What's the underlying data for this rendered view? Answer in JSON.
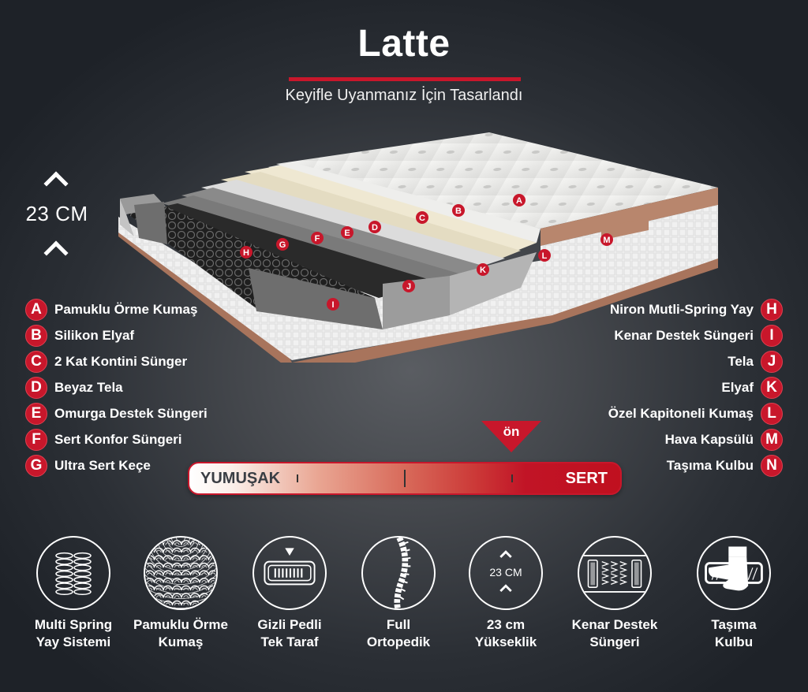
{
  "header": {
    "title": "Latte",
    "subtitle": "Keyifle Uyanmanız İçin Tasarlandı"
  },
  "height_indicator": {
    "value": "23 CM",
    "icons": [
      "chevron-up-icon",
      "chevron-up-icon"
    ]
  },
  "colors": {
    "accent": "#c8172b",
    "background_dark": "#1e2228",
    "background_light": "#5a5d62",
    "text": "#ffffff"
  },
  "mattress_markers": [
    "A",
    "B",
    "C",
    "D",
    "E",
    "F",
    "G",
    "H",
    "I",
    "J",
    "K",
    "L",
    "M"
  ],
  "legend_left": [
    {
      "letter": "A",
      "label": "Pamuklu Örme Kumaş"
    },
    {
      "letter": "B",
      "label": "Silikon Elyaf"
    },
    {
      "letter": "C",
      "label": "2 Kat Kontini Sünger"
    },
    {
      "letter": "D",
      "label": "Beyaz Tela"
    },
    {
      "letter": "E",
      "label": "Omurga Destek Süngeri"
    },
    {
      "letter": "F",
      "label": "Sert Konfor Süngeri"
    },
    {
      "letter": "G",
      "label": "Ultra Sert Keçe"
    }
  ],
  "legend_right": [
    {
      "letter": "H",
      "label": "Niron Mutli-Spring Yay"
    },
    {
      "letter": "I",
      "label": "Kenar Destek Süngeri"
    },
    {
      "letter": "J",
      "label": "Tela"
    },
    {
      "letter": "K",
      "label": "Elyaf"
    },
    {
      "letter": "L",
      "label": "Özel Kapitoneli Kumaş"
    },
    {
      "letter": "M",
      "label": "Hava Kapsülü"
    },
    {
      "letter": "N",
      "label": "Taşıma Kulbu"
    }
  ],
  "firmness": {
    "marker_label": "ön",
    "soft_label": "YUMUŞAK",
    "hard_label": "SERT",
    "position_percent": 75
  },
  "features": [
    {
      "icon": "spring-icon",
      "line1": "Multi Spring",
      "line2": "Yay Sistemi"
    },
    {
      "icon": "knit-fabric-icon",
      "line1": "Pamuklu Örme",
      "line2": "Kumaş"
    },
    {
      "icon": "hidden-pad-icon",
      "line1": "Gizli Pedli",
      "line2": "Tek Taraf"
    },
    {
      "icon": "spine-icon",
      "line1": "Full",
      "line2": "Ortopedik"
    },
    {
      "icon": "height-icon",
      "line1": "23 cm",
      "line2": "Yükseklik",
      "icon_text": "23 CM"
    },
    {
      "icon": "edge-support-icon",
      "line1": "Kenar Destek",
      "line2": "Süngeri"
    },
    {
      "icon": "carry-handle-icon",
      "line1": "Taşıma",
      "line2": "Kulbu"
    }
  ]
}
